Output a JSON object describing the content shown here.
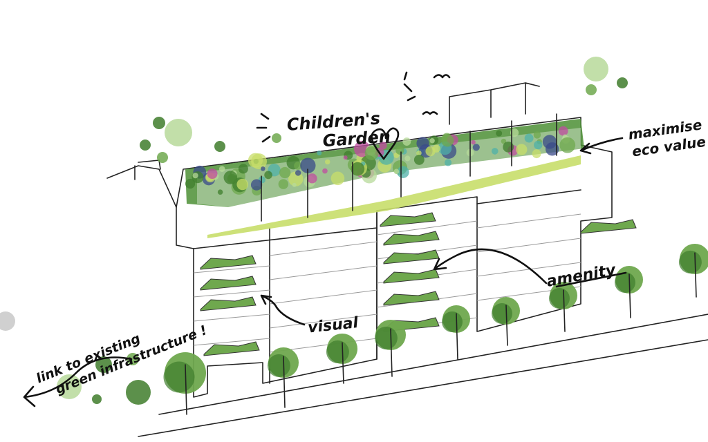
{
  "labels": {
    "childrens_garden_line1": "Children's",
    "childrens_garden_line2": "Garden",
    "eco_line1": "maximise",
    "eco_line2": "eco value",
    "amenity": "amenity",
    "visual": "visual",
    "link_line1": "link to existing",
    "link_line2": "green infrastructure !"
  },
  "colors": {
    "dark_green": "#3f7d2c",
    "mid_green": "#6fa84e",
    "light_green": "#b7d99a",
    "lime": "#c8de6a",
    "magenta": "#c04ca0",
    "navy": "#3a4a8a",
    "teal": "#4fb0a8"
  }
}
